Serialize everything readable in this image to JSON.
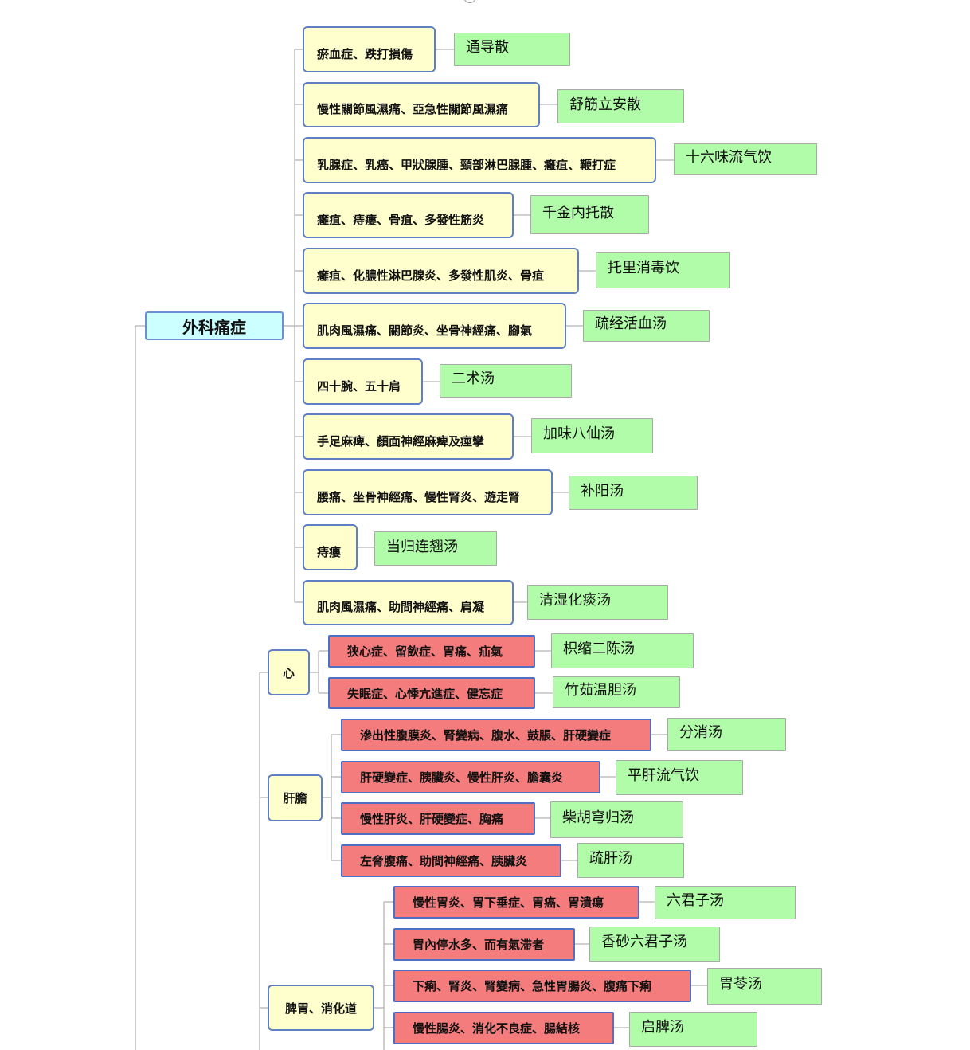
{
  "root": {
    "label": "外科痛症"
  },
  "groups": [
    {
      "label": "瘀血症、跌打損傷",
      "formula": "通导散"
    },
    {
      "label": "慢性關節風濕痛、亞急性關節風濕痛",
      "formula": "舒筋立安散"
    },
    {
      "label": "乳腺症、乳癌、甲狀腺腫、頸部淋巴腺腫、癰疽、鞭打症",
      "formula": "十六味流气饮"
    },
    {
      "label": "癰疽、痔瘻、骨疽、多發性筋炎",
      "formula": "千金内托散"
    },
    {
      "label": "癰疽、化膿性淋巴腺炎、多發性肌炎、骨疽",
      "formula": "托里消毒饮"
    },
    {
      "label": "肌肉風濕痛、關節炎、坐骨神經痛、腳氣",
      "formula": "疏经活血汤"
    },
    {
      "label": "四十腕、五十肩",
      "formula": "二术汤"
    },
    {
      "label": "手足麻痺、顏面神經麻痺及痙攣",
      "formula": "加味八仙汤"
    },
    {
      "label": "腰痛、坐骨神經痛、慢性腎炎、遊走腎",
      "formula": "补阳汤"
    },
    {
      "label": "痔瘻",
      "formula": "当归连翘汤"
    },
    {
      "label": "肌肉風濕痛、助間神經痛、肩凝",
      "formula": "清湿化痰汤"
    }
  ],
  "organs": [
    {
      "label": "心",
      "items": [
        {
          "label": "狭心症、留飲症、胃痛、疝氣",
          "formula": "枳缩二陈汤"
        },
        {
          "label": "失眠症、心悸亢進症、健忘症",
          "formula": "竹茹温胆汤"
        }
      ]
    },
    {
      "label": "肝膽",
      "items": [
        {
          "label": "滲出性腹膜炎、腎變病、腹水、鼓脹、肝硬變症",
          "formula": "分消汤"
        },
        {
          "label": "肝硬變症、胰臟炎、慢性肝炎、膽囊炎",
          "formula": "平肝流气饮"
        },
        {
          "label": "慢性肝炎、肝硬變症、胸痛",
          "formula": "柴胡穹归汤"
        },
        {
          "label": "左脅腹痛、助間神經痛、胰臟炎",
          "formula": "疏肝汤"
        }
      ]
    },
    {
      "label": "脾胃、消化道",
      "items": [
        {
          "label": "慢性胃炎、胃下垂症、胃癌、胃潰瘍",
          "formula": "六君子汤"
        },
        {
          "label": "胃內停水多、而有氣滞者",
          "formula": "香砂六君子汤"
        },
        {
          "label": "下痢、腎炎、腎變病、急性胃腸炎、腹痛下痢",
          "formula": "胃苓汤"
        },
        {
          "label": "慢性腸炎、消化不良症、腸結核",
          "formula": "启脾汤"
        }
      ]
    }
  ]
}
